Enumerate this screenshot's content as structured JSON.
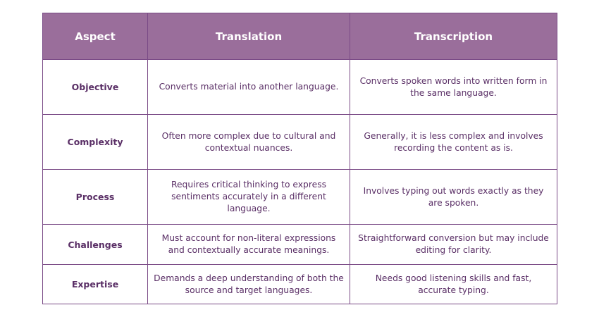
{
  "table": {
    "headers": [
      "Aspect",
      "Translation",
      "Transcription"
    ],
    "rows": [
      {
        "aspect": "Objective",
        "translation": "Converts material into another language.",
        "transcription": "Converts spoken words into written form in the same language."
      },
      {
        "aspect": "Complexity",
        "translation": "Often more complex due to cultural and contextual nuances.",
        "transcription": "Generally, it is less complex and involves recording the content as is."
      },
      {
        "aspect": "Process",
        "translation": "Requires critical thinking to express sentiments accurately in a different language.",
        "transcription": "Involves typing out words exactly as they are spoken."
      },
      {
        "aspect": "Challenges",
        "translation": "Must account for non-literal expressions and contextually accurate meanings.",
        "transcription": "Straightforward conversion but may include editing for clarity."
      },
      {
        "aspect": "Expertise",
        "translation": "Demands a deep understanding of both the source and target languages.",
        "transcription": "Needs good listening skills and fast, accurate typing."
      }
    ]
  },
  "colors": {
    "header_bg": "#9a6e9b",
    "header_text": "#ffffff",
    "border": "#7a4a86",
    "body_text": "#5a2f66"
  }
}
